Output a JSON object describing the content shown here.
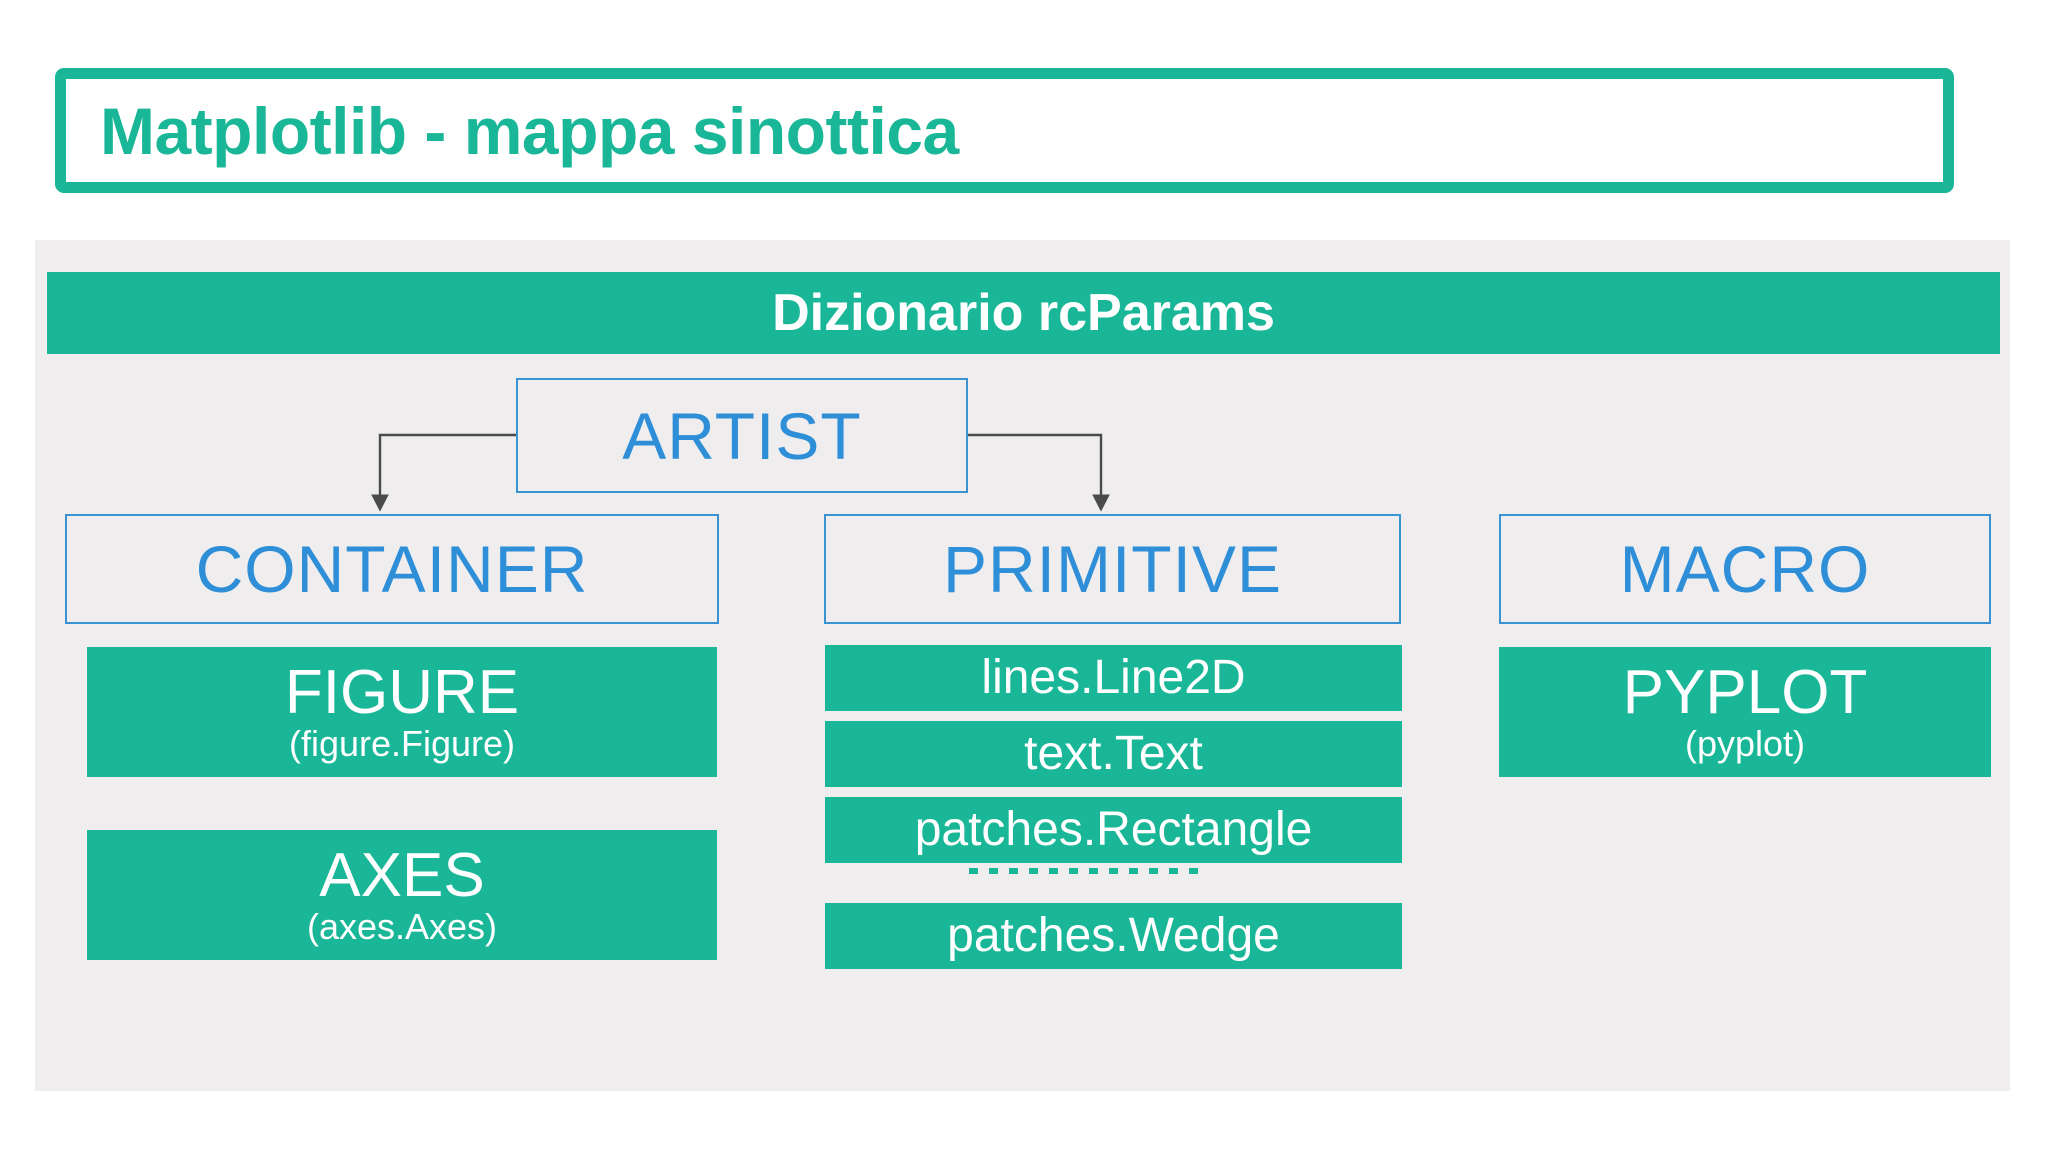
{
  "title": {
    "text": "Matplotlib - mappa sinottica",
    "color": "#19B797"
  },
  "panel": {
    "background": "#EFEDED",
    "header": {
      "label": "Dizionario rcParams",
      "background": "#19B797",
      "text_color": "#FFFFFF"
    }
  },
  "colors": {
    "green": "#19B797",
    "blue": "#2E8FD8",
    "blue_border": "#3A93D4",
    "gray_panel": "#EFEDED",
    "arrow": "#4A4A4A",
    "white": "#FFFFFF"
  },
  "root": {
    "label": "ARTIST"
  },
  "categories": [
    {
      "label": "CONTAINER"
    },
    {
      "label": "PRIMITIVE"
    },
    {
      "label": "MACRO"
    }
  ],
  "container_items": [
    {
      "title": "FIGURE",
      "subtitle": "(figure.Figure)"
    },
    {
      "title": "AXES",
      "subtitle": "(axes.Axes)"
    }
  ],
  "primitive_items": [
    {
      "title": "lines.Line2D"
    },
    {
      "title": "text.Text"
    },
    {
      "title": "patches.Rectangle"
    },
    {
      "title": "patches.Wedge"
    }
  ],
  "macro_items": [
    {
      "title": "PYPLOT",
      "subtitle": "(pyplot)"
    }
  ],
  "connectors": [
    {
      "from": "ARTIST",
      "to": "CONTAINER",
      "style": "elbow-arrow"
    },
    {
      "from": "ARTIST",
      "to": "PRIMITIVE",
      "style": "elbow-arrow"
    }
  ]
}
